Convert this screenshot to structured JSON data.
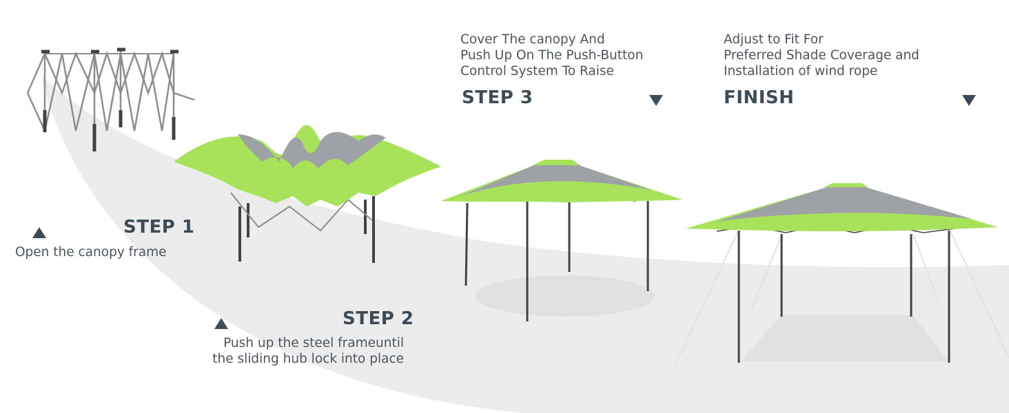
{
  "colors": {
    "accent_green": "#a8e25a",
    "canopy_gray": "#9ea2a6",
    "frame_dark": "#3f4246",
    "heading": "#3d4b57",
    "swoosh": "#ececec"
  },
  "steps": [
    {
      "title": "STEP 1",
      "description": "Open the canopy frame",
      "marker": "up-triangle-icon"
    },
    {
      "title": "STEP 2",
      "description": "Push up the steel frameuntil\nthe sliding hub lock into place",
      "marker": "up-triangle-icon"
    },
    {
      "title": "STEP 3",
      "description": "Cover The canopy And\nPush Up On The Push-Button\nControl System To Raise",
      "marker": "down-triangle-icon"
    },
    {
      "title": "FINISH",
      "description": "Adjust to Fit For\nPreferred Shade Coverage and\nInstallation of wind rope",
      "marker": "down-triangle-icon"
    }
  ]
}
